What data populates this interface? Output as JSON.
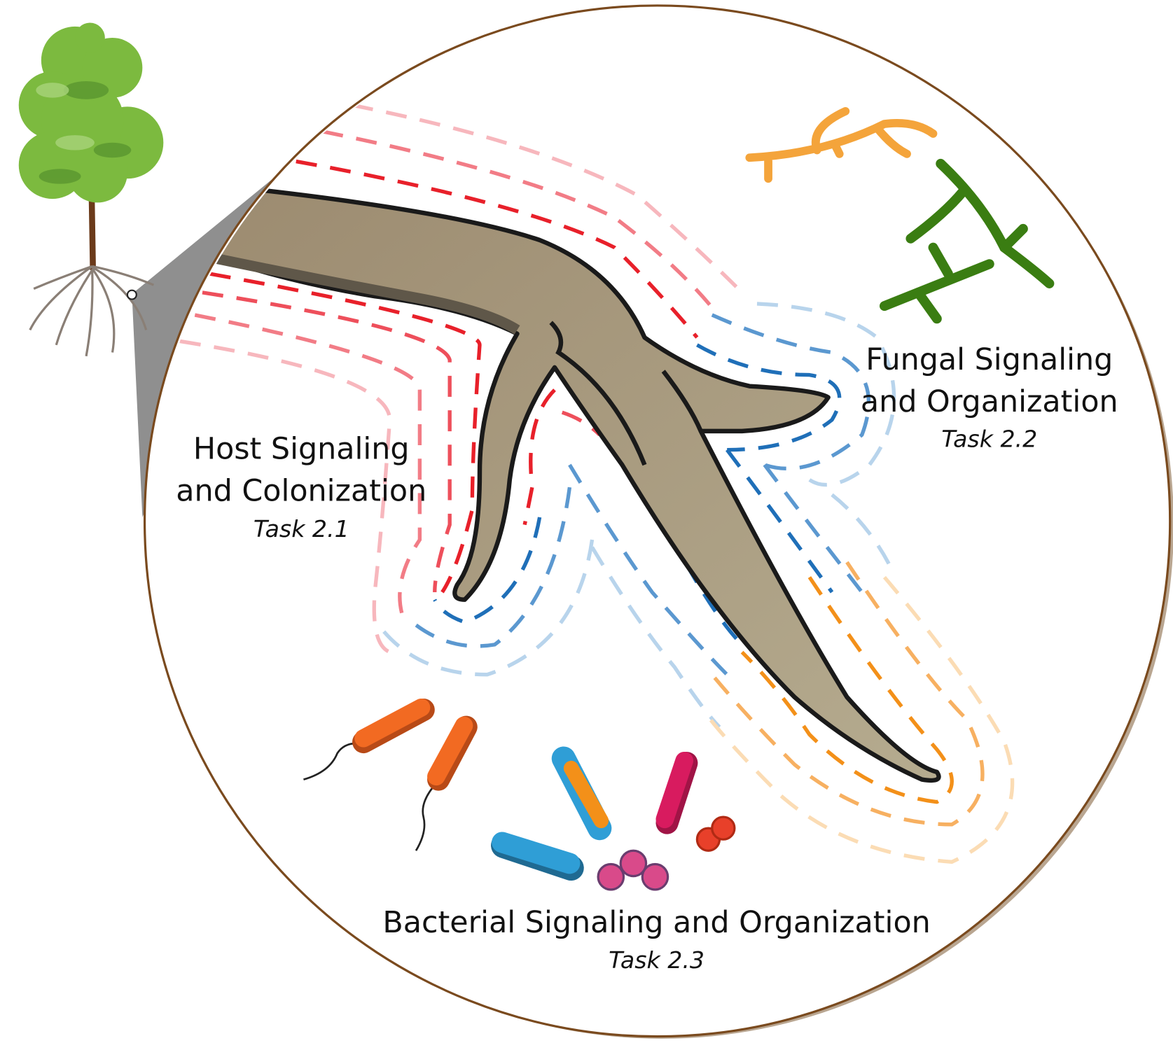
{
  "labels": {
    "host": {
      "line1": "Host Signaling",
      "line2": "and Colonization",
      "task": "Task 2.1"
    },
    "fungal": {
      "line1": "Fungal Signaling",
      "line2": "and Organization",
      "task": "Task 2.2"
    },
    "bacterial": {
      "line1": "Bacterial Signaling and Organization",
      "task": "Task 2.3"
    }
  },
  "colors": {
    "host_signal": "#e8202a",
    "fungal_signal": "#1f6fb8",
    "bacterial_signal": "#f39019",
    "root": "#a39577",
    "circle_border": "#7a4a1e",
    "tree_foliage": "#7cba3f"
  }
}
